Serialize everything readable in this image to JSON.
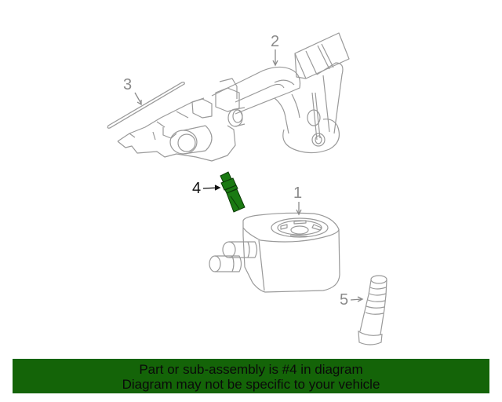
{
  "diagram": {
    "callouts": [
      {
        "number": "1",
        "part": "oil-cooler"
      },
      {
        "number": "2",
        "part": "oil-pump-pickup-tube"
      },
      {
        "number": "3",
        "part": "gasket"
      },
      {
        "number": "4",
        "part": "oil-pressure-sensor",
        "highlighted": true
      },
      {
        "number": "5",
        "part": "connector-tube"
      }
    ],
    "highlight_color": "#1a6e12",
    "line_color": "#9a9a9a"
  },
  "banner": {
    "line1": "Part or sub-assembly is #4 in diagram",
    "line2": "Diagram may not be specific to your vehicle",
    "background": "#146408"
  }
}
